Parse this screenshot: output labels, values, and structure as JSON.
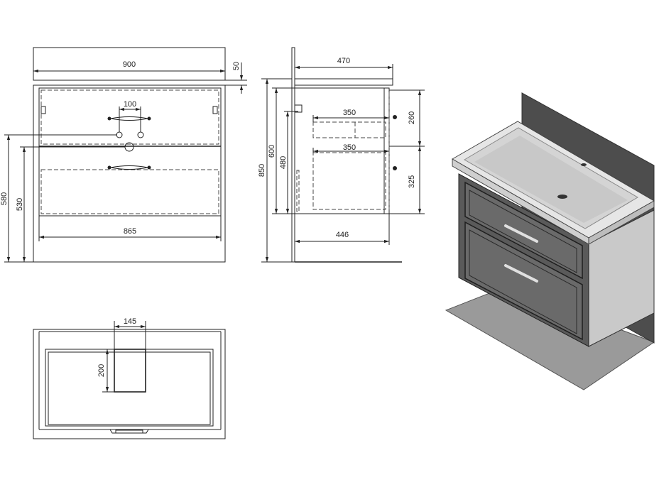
{
  "front_view": {
    "width_top": "900",
    "top_thickness": "50",
    "handle_spacing": "100",
    "width_body": "865",
    "height_total": "580",
    "height_body": "530"
  },
  "side_view": {
    "depth_top": "470",
    "drawer_depth_upper": "350",
    "drawer_depth_lower": "350",
    "depth_body": "446",
    "height_total": "850",
    "height_body": "600",
    "height_inner": "480",
    "drawer_height_upper": "260",
    "drawer_height_lower": "325"
  },
  "top_view": {
    "cutout_width": "145",
    "cutout_depth": "200"
  },
  "colors": {
    "line": "#222222",
    "cabinet_front": "#5a5a5a",
    "cabinet_side": "#c9c9c9",
    "wall": "#4d4d4d",
    "floor": "#9a9a9a",
    "basin": "#e6e6e6"
  }
}
